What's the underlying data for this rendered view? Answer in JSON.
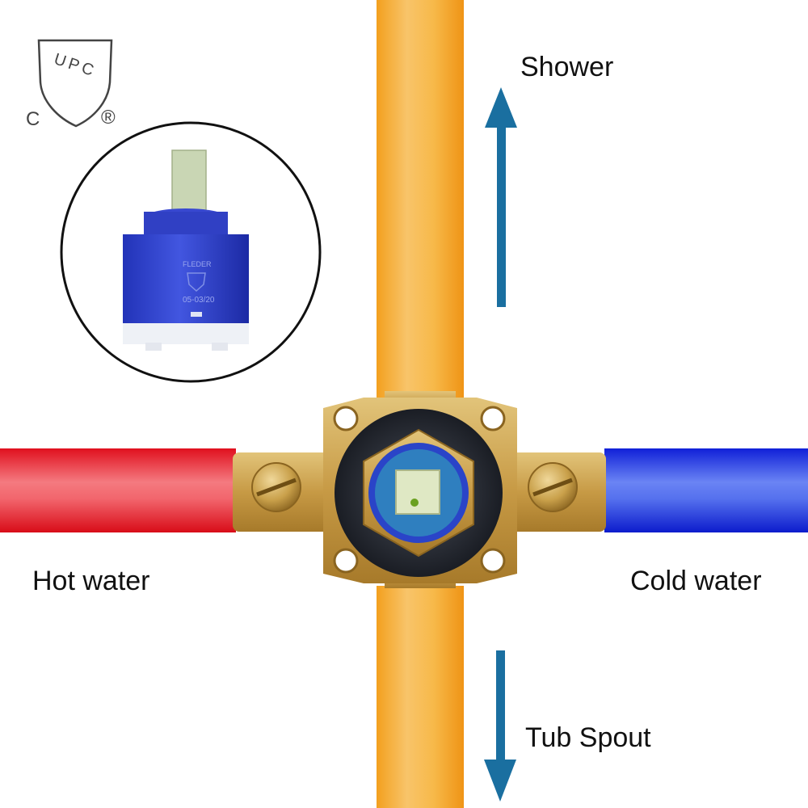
{
  "certification": {
    "mark_left_letter": "C",
    "shield_text": "UPC",
    "registered_symbol": "®"
  },
  "labels": {
    "shower": "Shower",
    "tub_spout": "Tub Spout",
    "hot_water": "Hot water",
    "cold_water": "Cold water"
  },
  "cartridge_inset": {
    "engraving_brand": "FLEDER",
    "engraving_code": "05-03/20"
  },
  "colors": {
    "pipe_orange": "#f5a62a",
    "pipe_hot": "#e8222e",
    "pipe_cold": "#1a36e0",
    "arrow_blue": "#1a6fa0",
    "brass": "#c9a24a",
    "cartridge_blue": "#2a3cc8"
  },
  "icons": {
    "arrow_up": "arrow-up-icon",
    "arrow_down": "arrow-down-icon",
    "cert_mark": "cupc-shield-icon"
  }
}
